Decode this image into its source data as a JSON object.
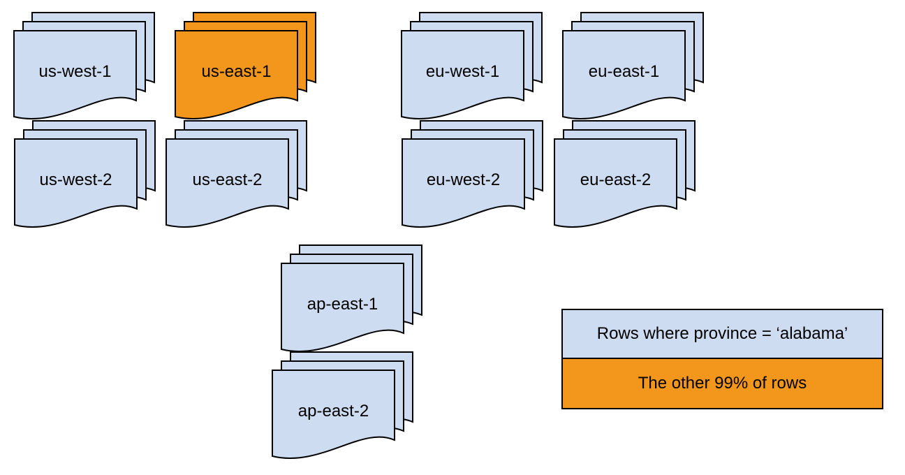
{
  "stacks": [
    {
      "id": "us-west-1",
      "label": "us-west-1",
      "variant": "blue"
    },
    {
      "id": "us-east-1",
      "label": "us-east-1",
      "variant": "orange"
    },
    {
      "id": "eu-west-1",
      "label": "eu-west-1",
      "variant": "blue"
    },
    {
      "id": "eu-east-1",
      "label": "eu-east-1",
      "variant": "blue"
    },
    {
      "id": "us-west-2",
      "label": "us-west-2",
      "variant": "blue"
    },
    {
      "id": "us-east-2",
      "label": "us-east-2",
      "variant": "blue"
    },
    {
      "id": "eu-west-2",
      "label": "eu-west-2",
      "variant": "blue"
    },
    {
      "id": "eu-east-2",
      "label": "eu-east-2",
      "variant": "blue"
    },
    {
      "id": "ap-east-1",
      "label": "ap-east-1",
      "variant": "blue"
    },
    {
      "id": "ap-east-2",
      "label": "ap-east-2",
      "variant": "blue"
    }
  ],
  "legend": {
    "items": [
      {
        "label": "Rows where province = ‘alabama’",
        "variant": "blue"
      },
      {
        "label": "The other 99% of rows",
        "variant": "orange"
      }
    ]
  },
  "colors": {
    "blue": "#CDDCF0",
    "orange": "#F2971C",
    "outline": "#000000",
    "background": "#FFFFFF"
  }
}
